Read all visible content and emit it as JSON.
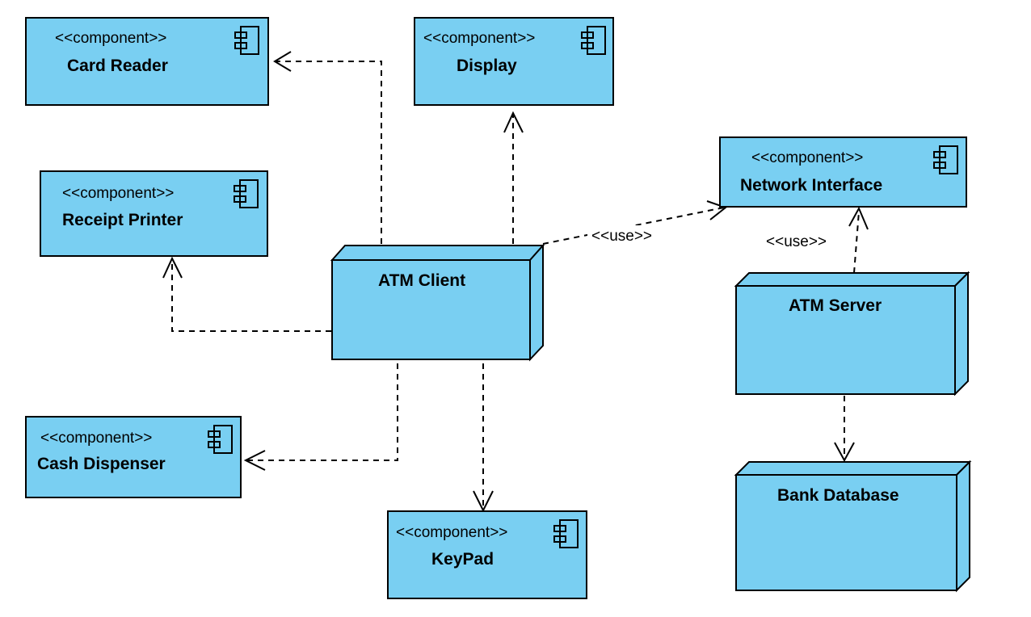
{
  "stereotype": "<<component>>",
  "components": {
    "card_reader": "Card Reader",
    "display": "Display",
    "receipt_printer": "Receipt Printer",
    "network_interface": "Network Interface",
    "cash_dispenser": "Cash Dispenser",
    "keypad": "KeyPad"
  },
  "nodes": {
    "atm_client": "ATM Client",
    "atm_server": "ATM Server",
    "bank_database": "Bank Database"
  },
  "edge_labels": {
    "client_network": "<<use>>",
    "server_network": "<<use>>"
  },
  "colors": {
    "fill": "#79cff2",
    "stroke": "#000000"
  }
}
